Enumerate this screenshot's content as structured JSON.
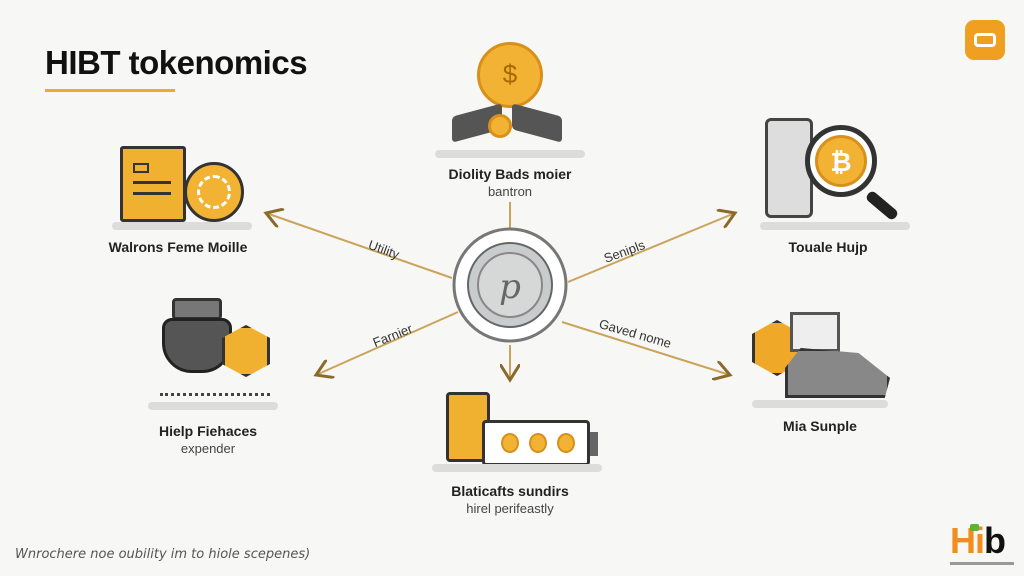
{
  "title": "HIBT tokenomics",
  "center": {
    "icon": "hibt-coin-icon"
  },
  "nodes": {
    "top": {
      "title": "Diolity Bads moier",
      "subtitle": "bantron",
      "icon": "handshake-coin-icon"
    },
    "left": {
      "title": "Walrons Feme Moille",
      "icon": "document-coin-icon"
    },
    "right": {
      "title": "Touale Hujp",
      "icon": "magnifier-bitcoin-icon"
    },
    "lower_left": {
      "title": "Hielp Fiehaces",
      "subtitle": "expender",
      "icon": "worker-icon"
    },
    "lower_right": {
      "title": "Mia Sunple",
      "icon": "mining-icon"
    },
    "bottom": {
      "title": "Blaticafts sundirs",
      "subtitle": "hirel perifeastly",
      "icon": "wallet-icon"
    }
  },
  "edges": {
    "left": "Utility",
    "right": "Senipls",
    "lower_left": "Farnier",
    "lower_right": "Gaved nome"
  },
  "footer": "Wnrochere noe oubility im to hiole scepenes)",
  "logo": "Hib",
  "colors": {
    "accent": "#f0a930",
    "dark": "#333333",
    "logo_orange": "#f28c1e",
    "logo_green": "#5cb531"
  }
}
